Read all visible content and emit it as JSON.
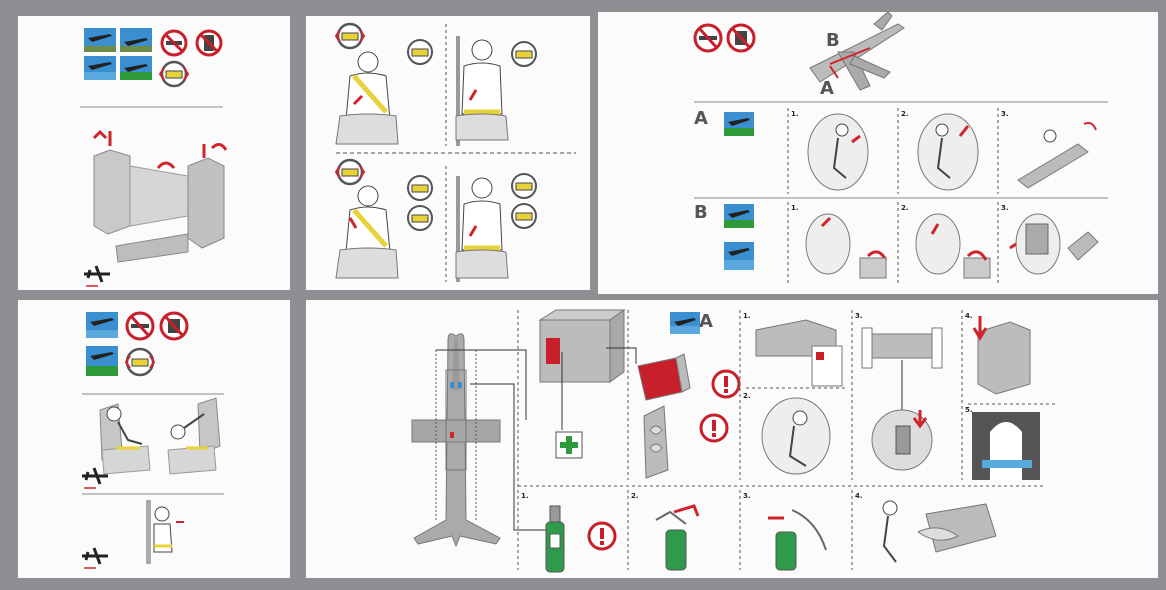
{
  "labels": {
    "exit_a": "A",
    "exit_b": "B",
    "section_a": "A",
    "section_b": "B",
    "fire_section": "A"
  },
  "steps": {
    "a1": "1.",
    "a2": "2.",
    "a3": "3.",
    "b1": "1.",
    "b2": "2.",
    "b3": "3.",
    "e1": "1.",
    "e2": "2.",
    "e3": "3.",
    "e4": "4.",
    "e5": "5.",
    "ex1": "1.",
    "ex2": "2.",
    "ex3": "3.",
    "ex4": "4."
  },
  "colors": {
    "page_bg": "#8e8f92",
    "panel_bg": "#fbfbfb",
    "no_symbol_red": "#c8202a",
    "seat_gray": "#b9b9b9",
    "belt_yellow": "#e8d23a",
    "arrow_red": "#d0232b",
    "first_aid_green": "#2f9a3a",
    "extinguisher_green": "#2e9a4a",
    "sky_blue": "#3a8fd0",
    "water_blue": "#5aa9dd"
  },
  "icons": [
    "no-smoking-icon",
    "no-electronics-icon",
    "seatbelt-icon",
    "first-aid-icon",
    "exclamation-icon",
    "plane-icon"
  ]
}
